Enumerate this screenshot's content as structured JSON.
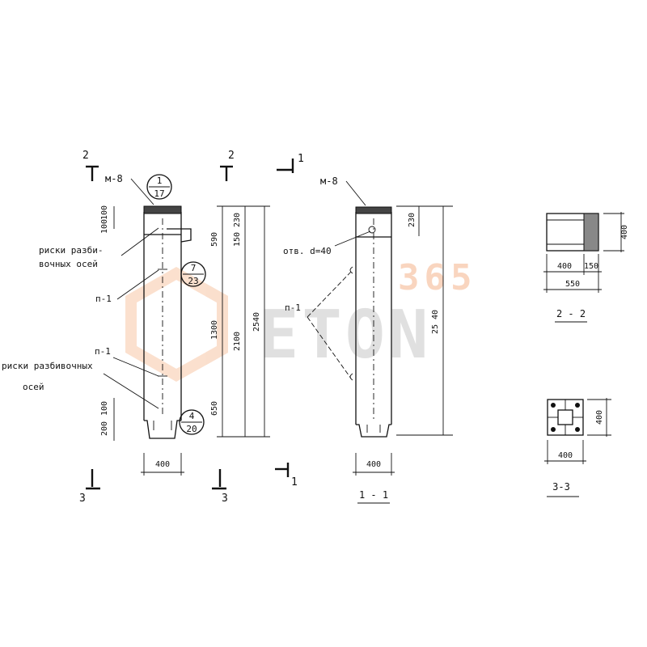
{
  "watermark": {
    "text": "ETON",
    "number": "365",
    "text_color": "#c8c8c8",
    "number_color": "#f5b48c",
    "logo_color": "#f7c6a6"
  },
  "section_marks": {
    "s2": "2",
    "s1": "1",
    "s3": "3"
  },
  "labels": {
    "m8": "м-8",
    "riski_1": "риски разби-",
    "riski_2": "вочных осей",
    "p1": "п-1",
    "riski_long": "риски разбивочных",
    "osei": "осей",
    "otv": "отв. d=40"
  },
  "callouts": {
    "c1": {
      "num": "1",
      "den": "17"
    },
    "c2": {
      "num": "7",
      "den": "23"
    },
    "c3": {
      "num": "4",
      "den": "20"
    }
  },
  "dims": {
    "d100a": "100",
    "d100b": "100",
    "d590": "590",
    "d1300": "1300",
    "d650": "650",
    "d200": "200",
    "d100c": "100",
    "d230": "230",
    "d150v": "150",
    "d2100": "2100",
    "d2540": "2540",
    "d400a": "400",
    "d230b": "230",
    "d2540b": "25 40",
    "d400b": "400",
    "d400c": "400",
    "d150h": "150",
    "d550": "550",
    "d400d": "400",
    "d400e": "400",
    "d400f": "400"
  },
  "titles": {
    "s11": "1 - 1",
    "s22": "2 - 2",
    "s33": "3-3"
  }
}
